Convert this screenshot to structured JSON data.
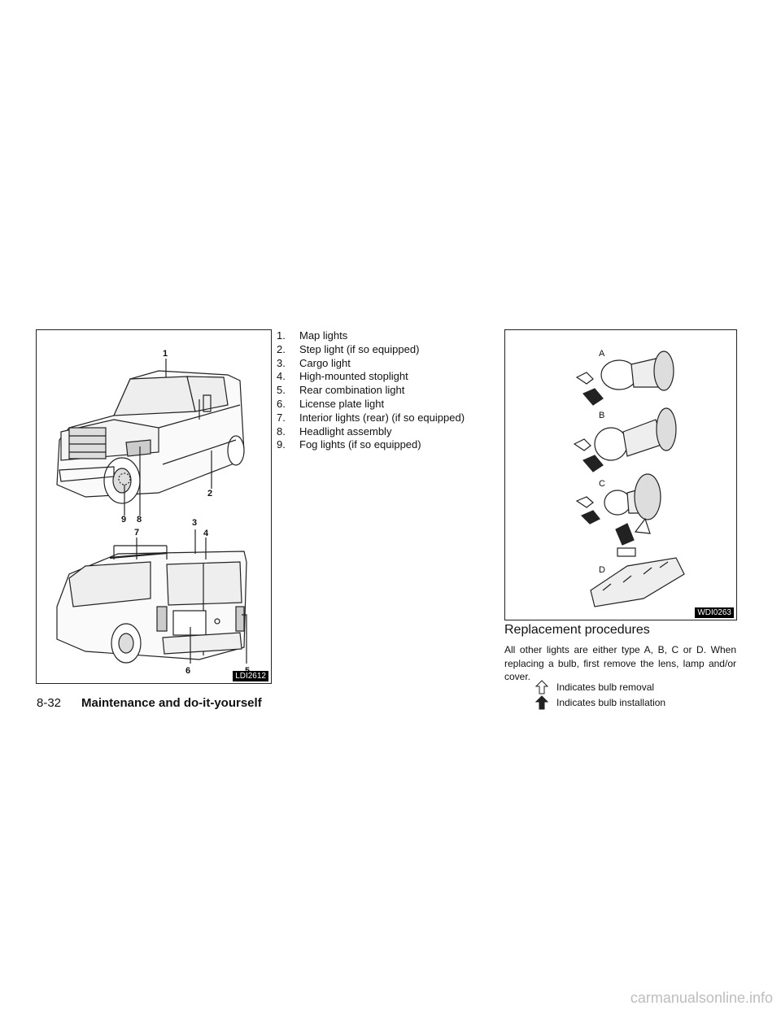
{
  "figure_left": {
    "code": "LDI2612",
    "callouts": [
      "1",
      "2",
      "3",
      "4",
      "5",
      "6",
      "7",
      "8",
      "9"
    ]
  },
  "parts_list": [
    {
      "num": "1.",
      "text": "Map lights"
    },
    {
      "num": "2.",
      "text": "Step light (if so equipped)"
    },
    {
      "num": "3.",
      "text": "Cargo light"
    },
    {
      "num": "4.",
      "text": "High-mounted stoplight"
    },
    {
      "num": "5.",
      "text": "Rear combination light"
    },
    {
      "num": "6.",
      "text": "License plate light"
    },
    {
      "num": "7.",
      "text": "Interior lights (rear) (if so equipped)"
    },
    {
      "num": "8.",
      "text": "Headlight assembly"
    },
    {
      "num": "9.",
      "text": "Fog lights (if so equipped)"
    }
  ],
  "figure_right": {
    "code": "WDI0263",
    "bulb_types": [
      "A",
      "B",
      "C",
      "D"
    ]
  },
  "section": {
    "title": "Replacement procedures",
    "body": "All other lights are either type A, B, C or D. When replacing a bulb, first remove the lens, lamp and/or cover.",
    "legend": [
      {
        "icon": "outline-arrow-up-icon",
        "text": "Indicates bulb removal"
      },
      {
        "icon": "solid-arrow-up-icon",
        "text": "Indicates bulb installation"
      }
    ]
  },
  "footer": {
    "page": "8-32",
    "section_name": "Maintenance and do-it-yourself"
  },
  "watermark": "carmanualsonline.info"
}
